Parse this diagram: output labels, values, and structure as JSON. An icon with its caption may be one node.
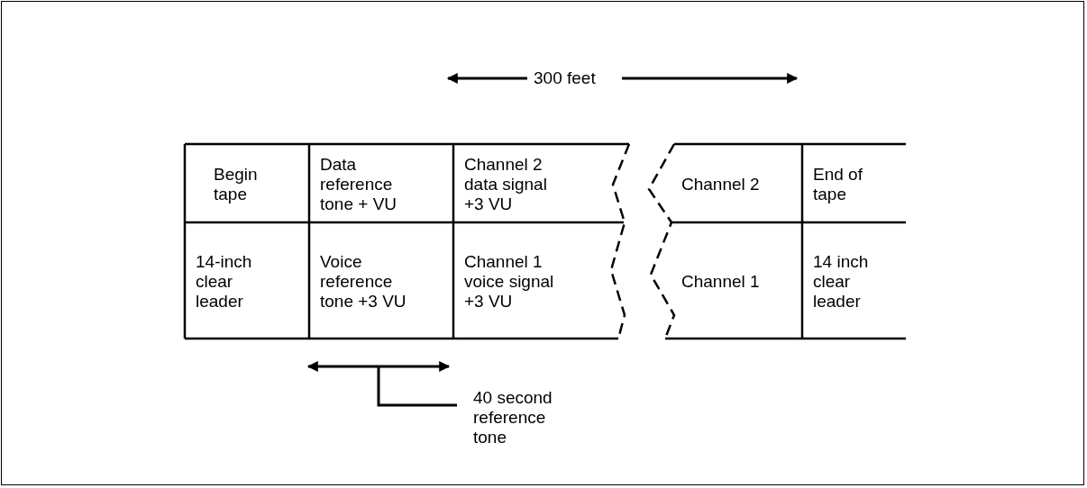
{
  "diagram": {
    "nodes": [
      {
        "text": [
          "40 second reference tone"
        ]
      },
      {
        "text": [],
        "shape": "bar"
      }
    ],
    "edges": [
      {
        "from": 0,
        "to": 1,
        "arrow": "none"
      }
    ],
    "labels": [
      "300 feet",
      "Begin tape",
      "Data reference tone + VU",
      "Channel 2 data signal +3 VU",
      "Channel 2",
      "End of tape",
      "14-inch clear leader",
      "Voice reference tone +3 VU",
      "Channel 1 voice signal +3 VU",
      "Channel 1",
      "14 inch clear leader"
    ]
  }
}
